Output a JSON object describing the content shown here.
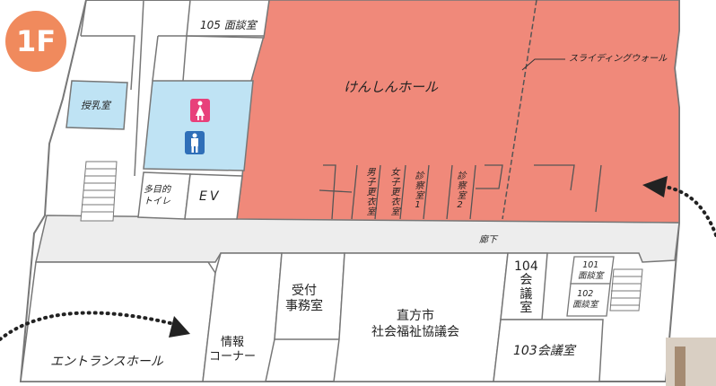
{
  "floor_badge": "1F",
  "colors": {
    "hall": "#f0897a",
    "restroom": "#bfe3f4",
    "nursing": "#bfe3f4",
    "corridor": "#ededed",
    "wall": "#777777",
    "badge": "#f08a5d",
    "female_icon": "#e8407a",
    "male_icon": "#2f6fb8"
  },
  "rooms": {
    "room105": "105 面談室",
    "hall": "けんしんホール",
    "sliding_wall": "スライディングウォール",
    "nursing": "授乳室",
    "multipurpose_toilet": "多目的\nトイレ",
    "elevator": "EV",
    "mens_locker": "男子更衣室",
    "womens_locker": "女子更衣室",
    "exam1": "診察室1",
    "exam2": "診察室2",
    "corridor": "廊下",
    "reception": "受付\n事務室",
    "council": "直方市\n社会福祉協議会",
    "room104": "104\n会\n議\n室",
    "room101": "101\n面談室",
    "room102": "102\n面談室",
    "room103": "103会議室",
    "info_corner": "情報\nコーナー",
    "entrance_hall": "エントランスホール"
  },
  "icons": {
    "female": "female-restroom-icon",
    "male": "male-restroom-icon",
    "arrow_left": "dotted-arrow-icon",
    "arrow_right": "dotted-arrow-icon"
  }
}
